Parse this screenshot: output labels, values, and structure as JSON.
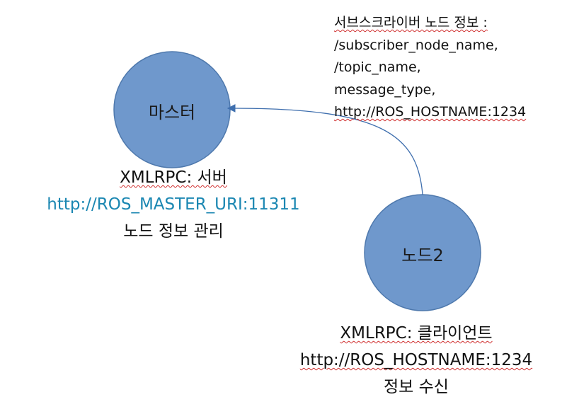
{
  "colors": {
    "node_fill": "#6f98cc",
    "node_stroke": "#4f79ad",
    "arrow": "#3f6fae",
    "link": "#1b87b2",
    "spellcheck": "#d03030"
  },
  "master": {
    "label": "마스터",
    "caption": {
      "line1": "XMLRPC: 서버",
      "line2": "http://ROS_MASTER_URI:11311",
      "line3": "노드 정보 관리"
    }
  },
  "node2": {
    "label": "노드2",
    "caption": {
      "line1": "XMLRPC: 클라이언트",
      "line2": "http://ROS_HOSTNAME:1234",
      "line3": "정보 수신"
    }
  },
  "registration_note": {
    "line1": "서브스크라이버 노드 정보 :",
    "line2": "/subscriber_node_name,",
    "line3": "/topic_name,",
    "line4": "message_type,",
    "line5": "http://ROS_HOSTNAME:1234"
  }
}
